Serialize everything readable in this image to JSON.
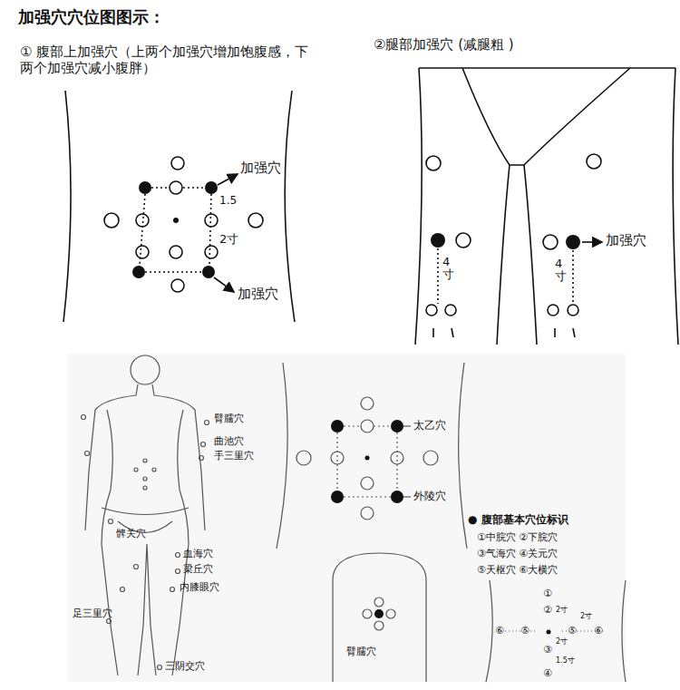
{
  "diagram": {
    "title": "加强穴穴位图图示：",
    "labels": [
      "①  腹部上加强穴（上两个加强穴增加饱腹感，下两个加强穴减小腹胖）",
      "②腿部加强穴 (减腿粗 )",
      "加强穴",
      "1.5",
      "2寸",
      "加强穴",
      "加强穴",
      "4寸",
      "4寸",
      "臂臑穴",
      "曲池穴",
      "手三里穴",
      "髀关穴",
      "血海穴",
      "梁丘穴",
      "内膝眼穴",
      "足三里穴",
      "三阴交穴",
      "太乙穴",
      "外陵穴",
      "● 腹部基本穴位标识",
      "①中脘穴  ②下脘穴",
      "③气海穴  ④关元穴",
      "⑤天枢穴  ⑥大横穴",
      "臂臑穴",
      "①",
      "②",
      "2寸",
      "⑥",
      "⑤",
      "2寸",
      "⑤",
      "⑥",
      "2寸",
      "③",
      "1.5寸",
      "④"
    ]
  }
}
